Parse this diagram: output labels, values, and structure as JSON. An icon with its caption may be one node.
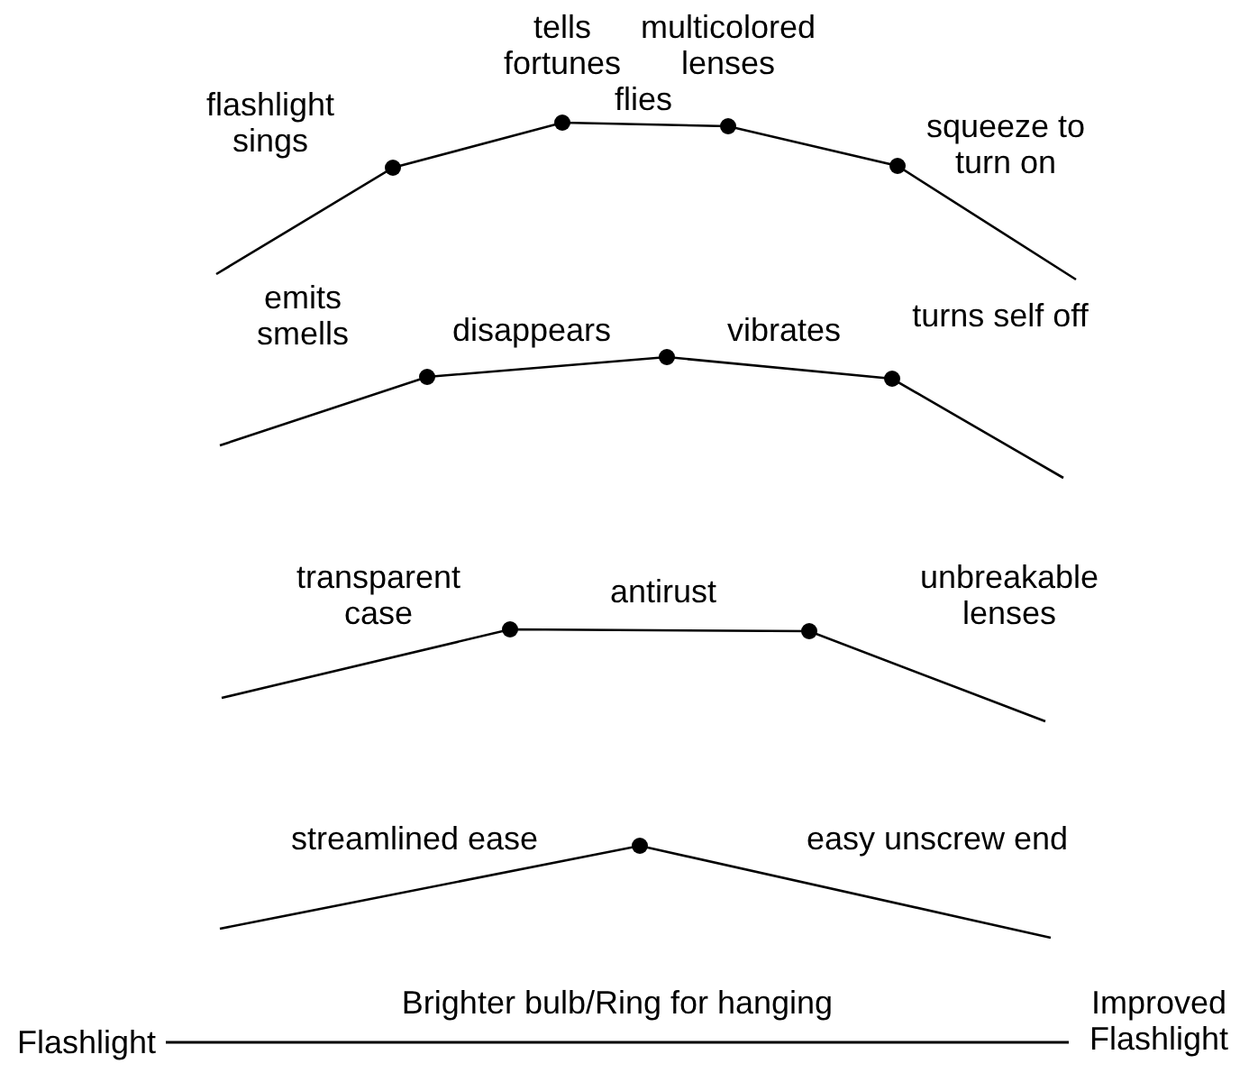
{
  "diagram": {
    "nodes": [
      {
        "text": [
          "Flashlight"
        ]
      },
      {
        "text": [
          "Improved Flashlight"
        ]
      }
    ],
    "edges": [
      {
        "from": 0,
        "to": 1,
        "arrow": "none",
        "label": "Brighter bulb/Ring for hanging"
      }
    ],
    "labels": [
      "flashlight sings",
      "tells fortunes",
      "flies",
      "multicolored lenses",
      "squeeze to turn on",
      "emits smells",
      "disappears",
      "vibrates",
      "turns self off",
      "transparent case",
      "antirust",
      "unbreakable lenses",
      "streamlined ease",
      "easy unscrew end"
    ]
  }
}
